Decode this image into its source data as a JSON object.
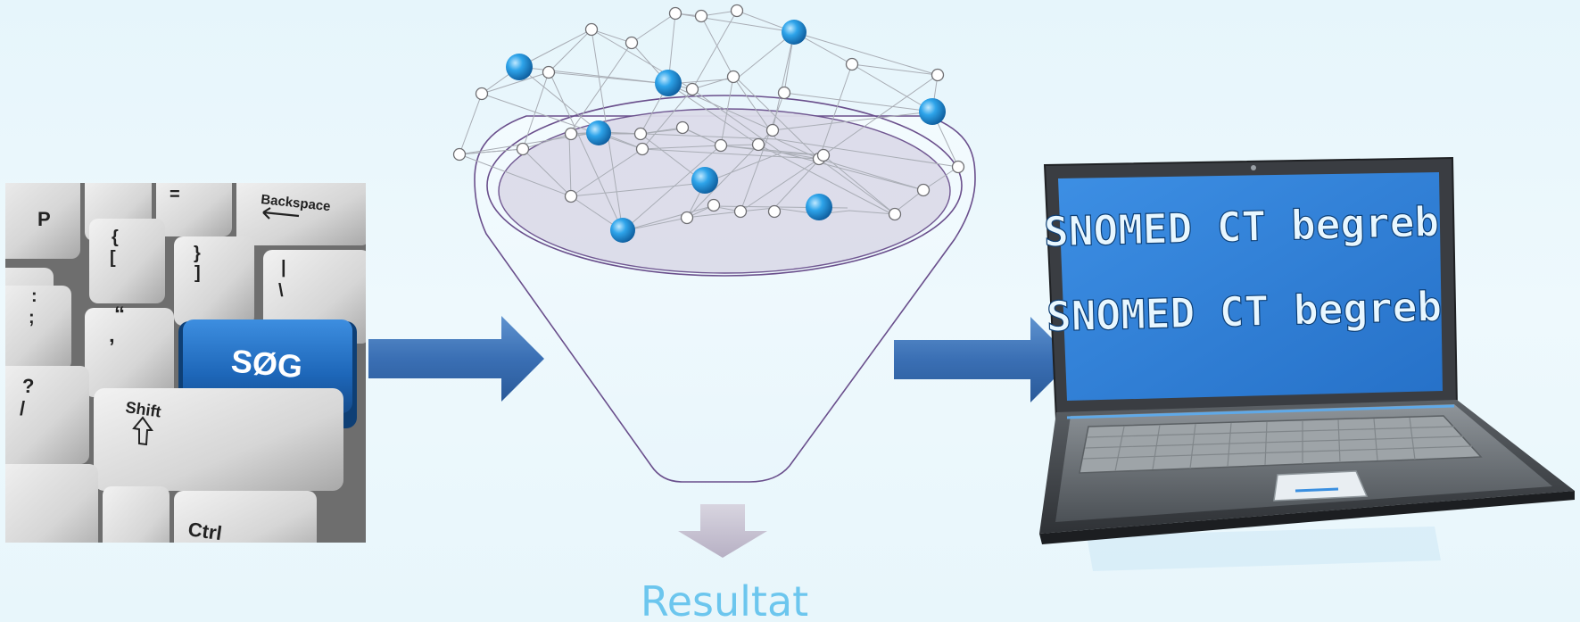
{
  "keyboard": {
    "search_key": "SØG",
    "keys": {
      "p": "P",
      "equals": "=",
      "backspace": "Backspace",
      "brace_open": "{",
      "bracket_open": "[",
      "brace_close": "}",
      "bracket_close": "]",
      "pipe": "|",
      "backslash": "\\",
      "colon": ":",
      "semicolon": ";",
      "quote": "“",
      "comma_quote": "‚",
      "question": "?",
      "slash": "/",
      "shift": "Shift",
      "ctrl": "Ctrl"
    }
  },
  "laptop": {
    "screen_line_1": "SNOMED CT begreb",
    "screen_line_2": "SNOMED CT begreb"
  },
  "result_label": "Resultat",
  "colors": {
    "arrow": "#3e6fb4",
    "node_blue": "#2a9be0",
    "screen": "#2f7fd8",
    "screen_text": "#e8f7ff",
    "result": "#6cc6ee",
    "funnel_stroke": "#6a4f8c",
    "search_key": "#1d66b8"
  }
}
